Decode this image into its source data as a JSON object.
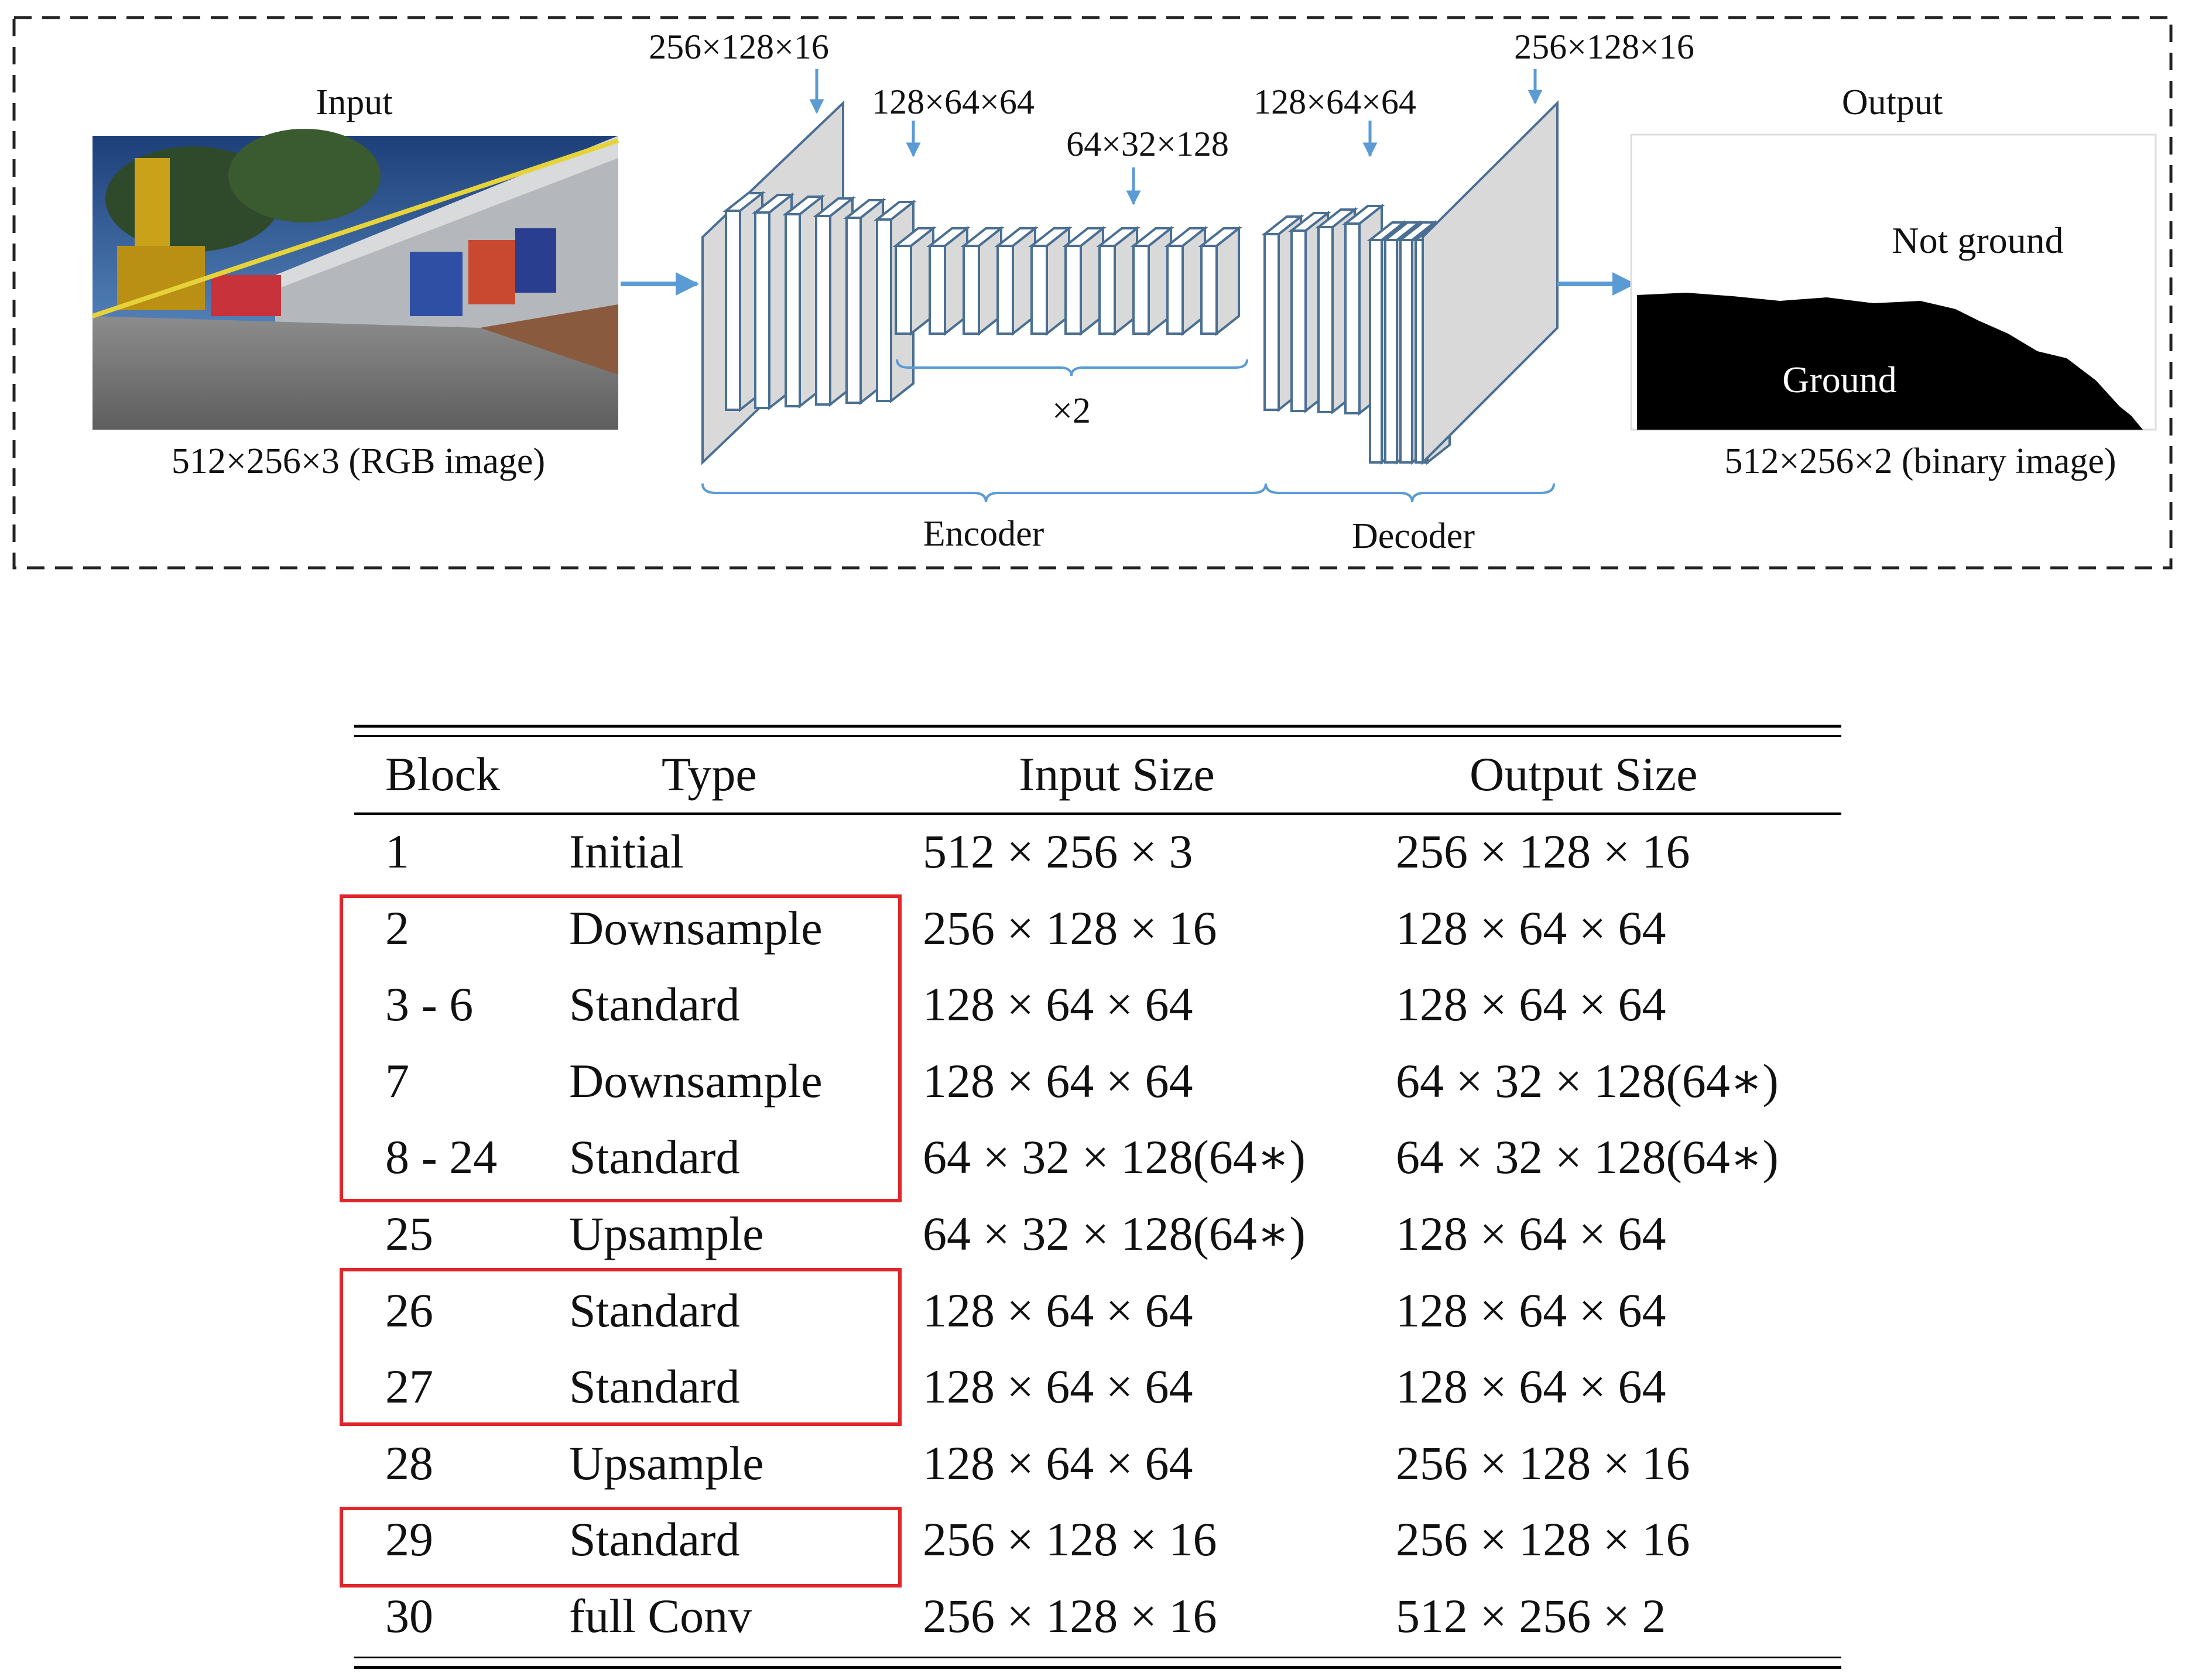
{
  "diagram": {
    "input": {
      "label": "Input",
      "caption": "512×256×3 (RGB image)"
    },
    "output": {
      "label": "Output",
      "caption": "512×256×2 (binary image)",
      "region_not_ground": "Not ground",
      "region_ground": "Ground"
    },
    "size_labels": {
      "enc_first": "256×128×16",
      "enc_second": "128×64×64",
      "middle": "64×32×128",
      "dec_first": "128×64×64",
      "dec_last": "256×128×16"
    },
    "repeat_label": "×2",
    "encoder_label": "Encoder",
    "decoder_label": "Decoder",
    "colors": {
      "arrow_blue": "#5b9bd5",
      "block_face": "#d9d9d9",
      "block_edge": "#4a6f93",
      "highlight_red": "#e0262a"
    }
  },
  "table": {
    "headers": [
      "Block",
      "Type",
      "Input Size",
      "Output Size"
    ],
    "rows": [
      [
        "1",
        "Initial",
        "512 × 256 × 3",
        "256 × 128 × 16"
      ],
      [
        "2",
        "Downsample",
        "256 × 128 × 16",
        "128 × 64 × 64"
      ],
      [
        "3 - 6",
        "Standard",
        "128 × 64 × 64",
        "128 × 64 × 64"
      ],
      [
        "7",
        "Downsample",
        "128 × 64 × 64",
        "64 × 32 × 128(64∗)"
      ],
      [
        "8 - 24",
        "Standard",
        "64 × 32 × 128(64∗)",
        "64 × 32 × 128(64∗)"
      ],
      [
        "25",
        "Upsample",
        "64 × 32 × 128(64∗)",
        "128 × 64 × 64"
      ],
      [
        "26",
        "Standard",
        "128 × 64 × 64",
        "128 × 64 × 64"
      ],
      [
        "27",
        "Standard",
        "128 × 64 × 64",
        "128 × 64 × 64"
      ],
      [
        "28",
        "Upsample",
        "128 × 64 × 64",
        "256 × 128 × 16"
      ],
      [
        "29",
        "Standard",
        "256 × 128 × 16",
        "256 × 128 × 16"
      ],
      [
        "30",
        "full Conv",
        "256 × 128 × 16",
        "512 × 256 × 2"
      ]
    ],
    "highlighted_row_groups": [
      [
        2,
        3,
        4,
        5
      ],
      [
        7,
        8
      ],
      [
        10
      ]
    ]
  }
}
